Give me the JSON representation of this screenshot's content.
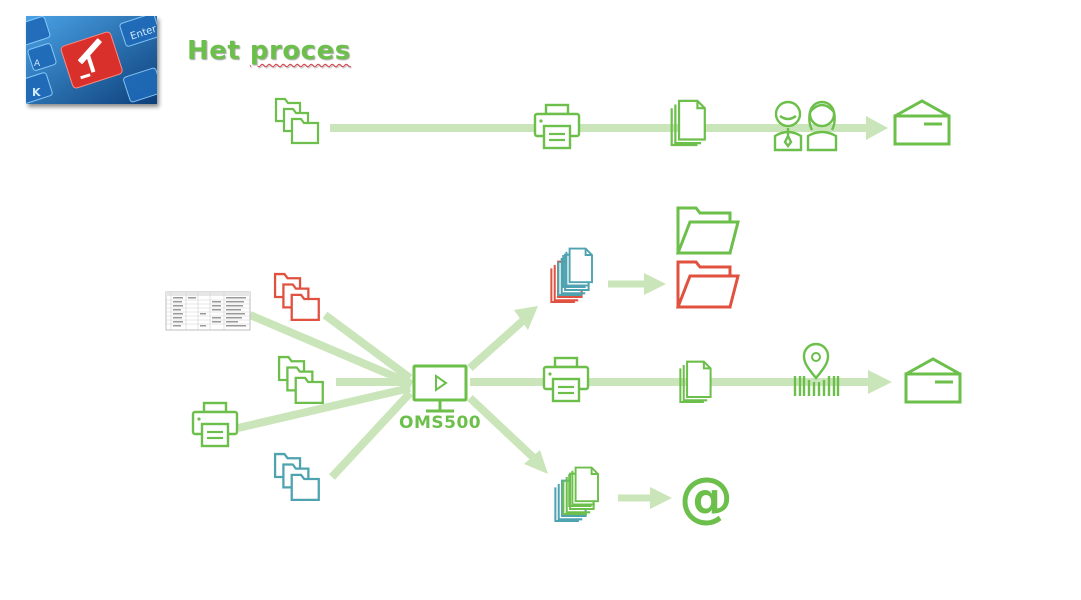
{
  "title": {
    "word1": "Het",
    "word2": "proces"
  },
  "central_label": "OMS500",
  "colors": {
    "green": "#6cbf4a",
    "arrow": "#c9e5b9",
    "red": "#e0513f",
    "teal": "#4fa3b0",
    "key_blue": "#2d7fd0",
    "key_red": "#d9302c"
  },
  "thumbnail": {
    "keys": [
      "Enter",
      "A",
      "K"
    ]
  },
  "icons": [
    "folders-icon",
    "printer-icon",
    "documents-icon",
    "people-icon",
    "envelope-icon",
    "spreadsheet-icon",
    "folders-icon",
    "printer-icon",
    "monitor-play-icon",
    "documents-icon",
    "folder-icon",
    "location-barcode-icon",
    "at-sign-icon"
  ]
}
